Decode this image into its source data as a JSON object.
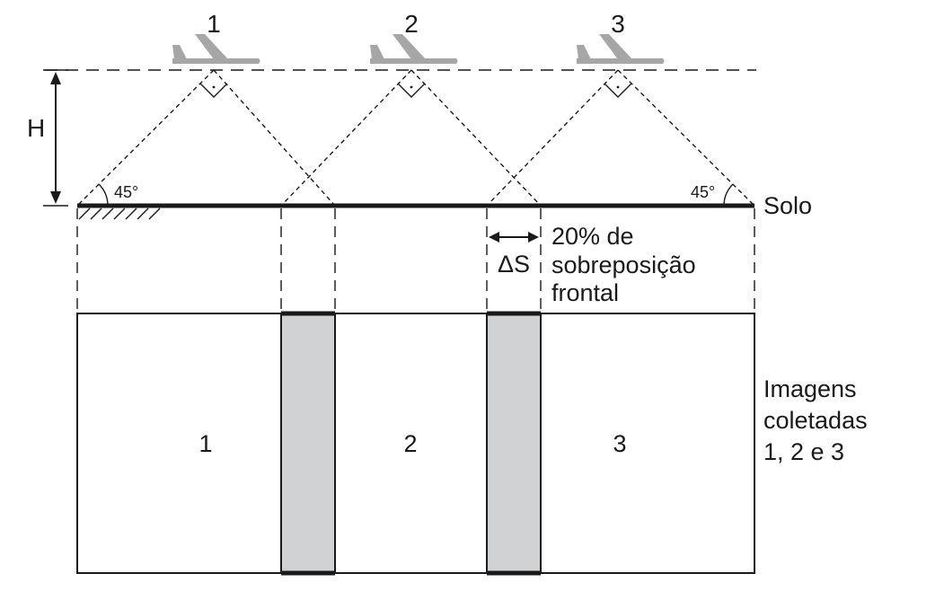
{
  "diagram": {
    "aircraft_labels": [
      "1",
      "2",
      "3"
    ],
    "height_label": "H",
    "angle_left": "45°",
    "angle_right": "45°",
    "ground_label": "Solo",
    "delta_label": "ΔS",
    "overlap_lines": [
      "20% de",
      "sobreposição",
      "frontal"
    ],
    "image_labels": [
      "1",
      "2",
      "3"
    ],
    "images_caption_lines": [
      "Imagens",
      "coletadas",
      "1, 2 e 3"
    ]
  },
  "colors": {
    "line": "#1a1a1a",
    "plane": "#a6a6a6",
    "overlap_fill": "#d1d2d4",
    "background": "#ffffff"
  }
}
